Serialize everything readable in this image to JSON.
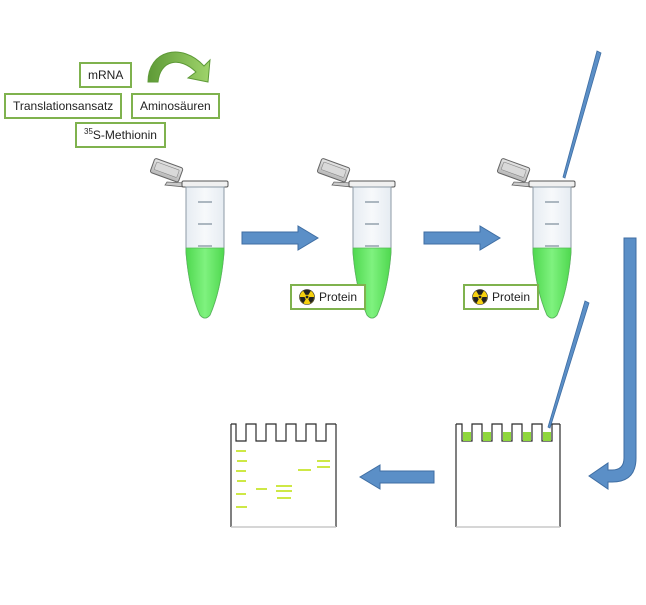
{
  "labels": {
    "mrna": "mRNA",
    "translation_mix": "Translationsansatz",
    "amino_acids": "Aminosäuren",
    "methionine_superscript": "35",
    "methionine": "S-Methionin",
    "protein_1": "Protein",
    "protein_2": "Protein"
  },
  "colors": {
    "label_border": "#7fb24e",
    "arrow_blue": "#5b8fc7",
    "liquid_green": "#5ee65e",
    "curved_arrow_green": "#70ad47",
    "band_yellow_green": "#c8e632",
    "radiation_yellow": "#f5d00f"
  },
  "icons": [
    "radiation-icon",
    "curved-arrow-icon",
    "pipette-icon",
    "tube-icon",
    "gel-icon"
  ]
}
